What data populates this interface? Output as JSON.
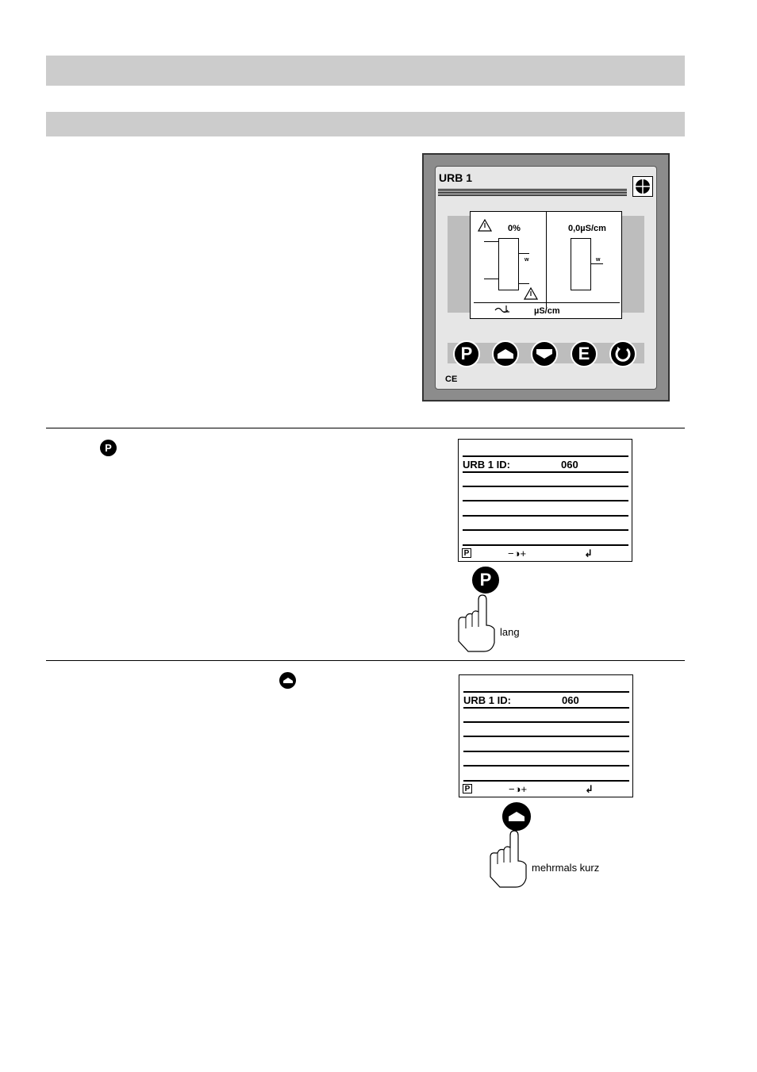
{
  "device": {
    "title": "URB 1",
    "screen": {
      "left_value": "0%",
      "right_value": "0,0µS/cm",
      "w_label": "w",
      "unit_label": "µS/cm"
    },
    "buttons": [
      {
        "label": "P",
        "icon": "p-button"
      },
      {
        "label": "",
        "icon": "up-arrow-icon"
      },
      {
        "label": "",
        "icon": "down-arrow-icon"
      },
      {
        "label": "E",
        "icon": "e-button"
      },
      {
        "label": "",
        "icon": "power-icon"
      }
    ],
    "ce_mark": "CE"
  },
  "step1": {
    "inline_button": "P",
    "lcd": {
      "row_label": "URB 1 ID:",
      "row_value": "060",
      "footer_p": "P",
      "footer_contrast": "−◑+",
      "footer_enter": "↲"
    },
    "press_button": "P",
    "caption": "lang"
  },
  "step2": {
    "lcd": {
      "row_label": "URB 1 ID:",
      "row_value": "060",
      "footer_p": "P",
      "footer_contrast": "−◑+",
      "footer_enter": "↲"
    },
    "caption": "mehrmals kurz"
  }
}
